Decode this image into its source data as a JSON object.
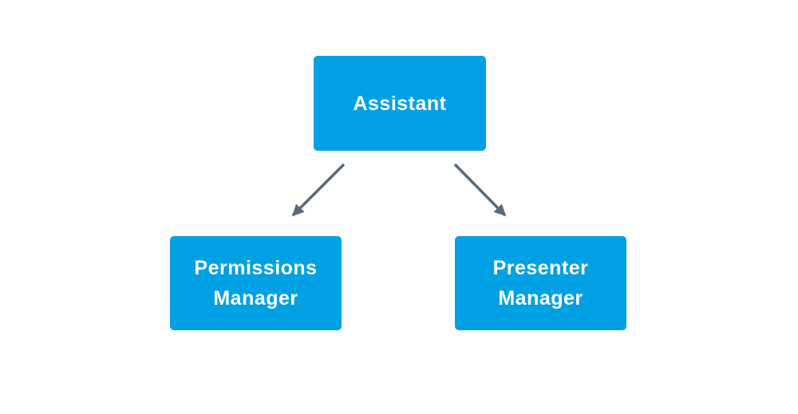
{
  "diagram": {
    "nodes": [
      {
        "id": "assistant",
        "label": "Assistant"
      },
      {
        "id": "permissions-manager",
        "label": "Permissions Manager"
      },
      {
        "id": "presenter-manager",
        "label": "Presenter Manager"
      }
    ],
    "edges": [
      {
        "from": "assistant",
        "to": "permissions-manager",
        "style": "arrow"
      },
      {
        "from": "assistant",
        "to": "presenter-manager",
        "style": "arrow"
      }
    ],
    "colors": {
      "background": "#ffffff",
      "node_fill": "#00a1e4",
      "node_text": "#ffffff",
      "arrow": "#5a6a7a"
    }
  }
}
